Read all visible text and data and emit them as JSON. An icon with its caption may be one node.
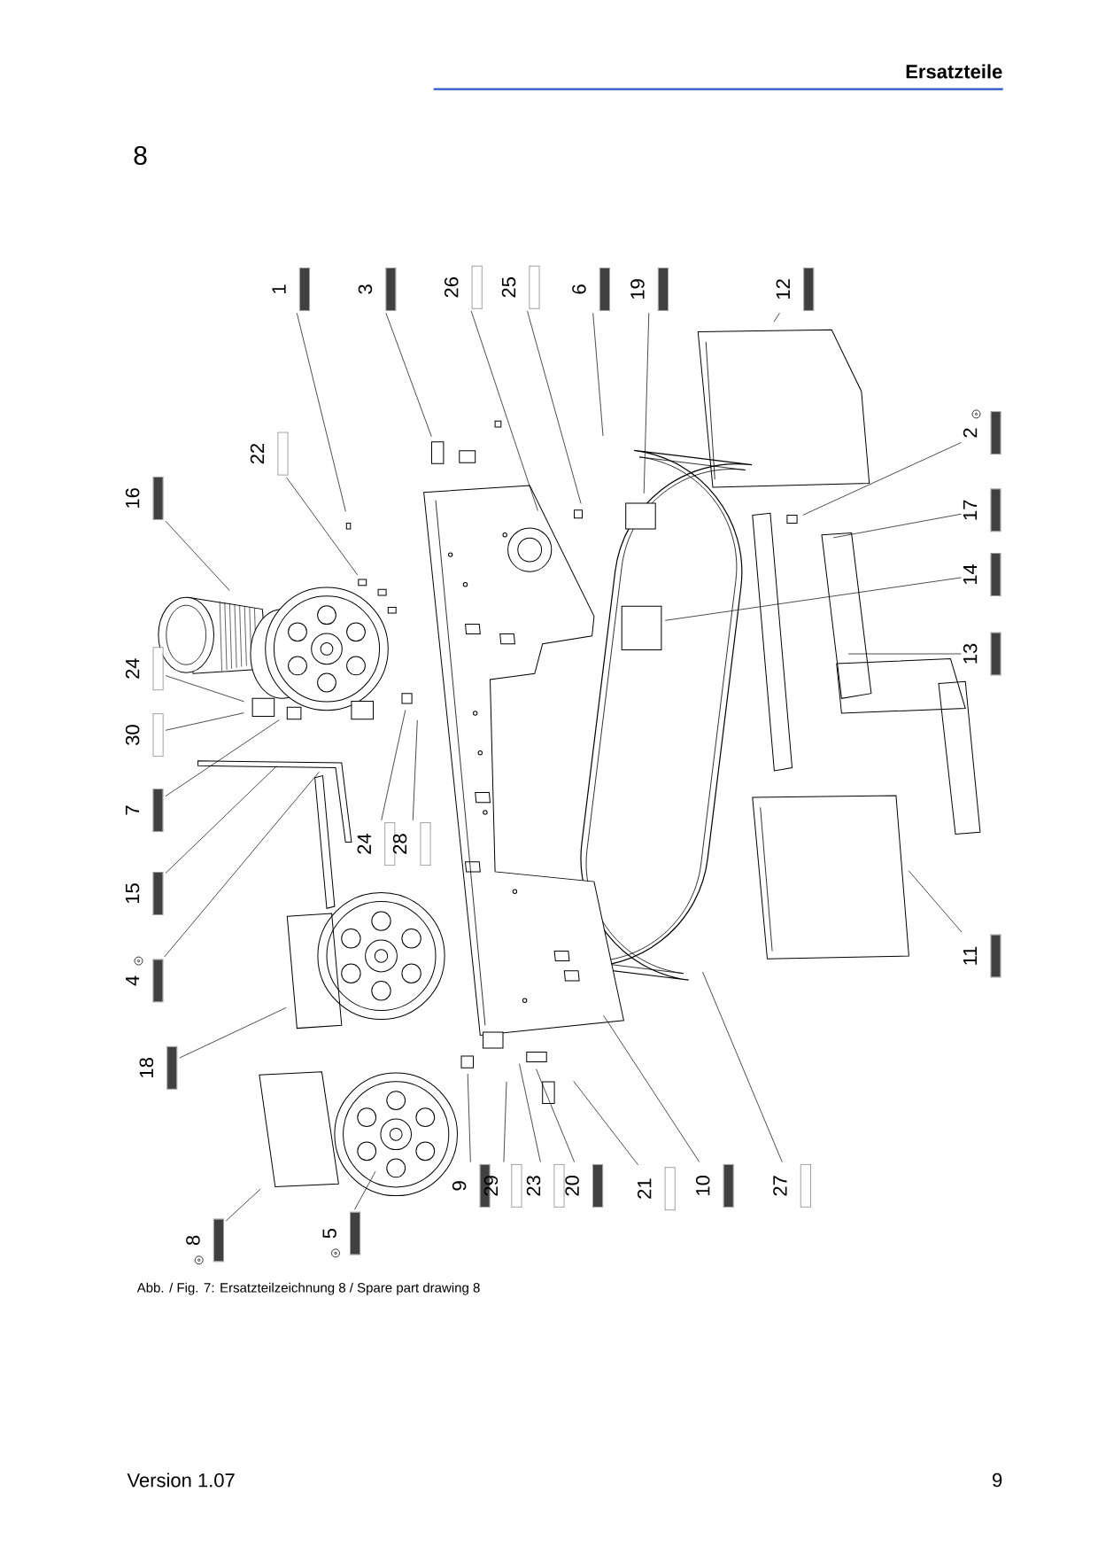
{
  "diagram": {
    "caption": "Abb. / Fig. 7: Ersatzteilzeichnung 8 / Spare part drawing 8",
    "nodes": [
      {
        "text": [
          "1"
        ]
      },
      {
        "text": [
          "3"
        ]
      },
      {
        "text": [
          "26"
        ]
      },
      {
        "text": [
          "25"
        ]
      },
      {
        "text": [
          "6"
        ]
      },
      {
        "text": [
          "19"
        ]
      },
      {
        "text": [
          "12"
        ]
      },
      {
        "text": [
          "2"
        ]
      },
      {
        "text": [
          "17"
        ]
      },
      {
        "text": [
          "14"
        ]
      },
      {
        "text": [
          "13"
        ]
      },
      {
        "text": [
          "11"
        ]
      },
      {
        "text": [
          "16"
        ]
      },
      {
        "text": [
          "22"
        ]
      },
      {
        "text": [
          "24"
        ]
      },
      {
        "text": [
          "30"
        ]
      },
      {
        "text": [
          "7"
        ]
      },
      {
        "text": [
          "15"
        ]
      },
      {
        "text": [
          "4"
        ]
      },
      {
        "text": [
          "18"
        ]
      },
      {
        "text": [
          "8"
        ]
      },
      {
        "text": [
          "5"
        ]
      },
      {
        "text": [
          "24"
        ]
      },
      {
        "text": [
          "28"
        ]
      },
      {
        "text": [
          "9"
        ]
      },
      {
        "text": [
          "29"
        ]
      },
      {
        "text": [
          "23"
        ]
      },
      {
        "text": [
          "20"
        ]
      },
      {
        "text": [
          "21"
        ]
      },
      {
        "text": [
          "10"
        ]
      },
      {
        "text": [
          "27"
        ]
      }
    ],
    "edges": [
      {
        "from": 0,
        "to": null,
        "arrow": "none"
      },
      {
        "from": 1,
        "to": null,
        "arrow": "none"
      },
      {
        "from": 2,
        "to": null,
        "arrow": "none"
      },
      {
        "from": 3,
        "to": null,
        "arrow": "none"
      },
      {
        "from": 4,
        "to": null,
        "arrow": "none"
      },
      {
        "from": 5,
        "to": null,
        "arrow": "none"
      },
      {
        "from": 6,
        "to": null,
        "arrow": "none"
      },
      {
        "from": 7,
        "to": null,
        "arrow": "none"
      },
      {
        "from": 8,
        "to": null,
        "arrow": "none"
      },
      {
        "from": 9,
        "to": null,
        "arrow": "none"
      },
      {
        "from": 10,
        "to": null,
        "arrow": "none"
      },
      {
        "from": 11,
        "to": null,
        "arrow": "none"
      },
      {
        "from": 12,
        "to": null,
        "arrow": "none"
      },
      {
        "from": 13,
        "to": null,
        "arrow": "none"
      },
      {
        "from": 14,
        "to": null,
        "arrow": "none"
      },
      {
        "from": 15,
        "to": null,
        "arrow": "none"
      },
      {
        "from": 16,
        "to": null,
        "arrow": "none"
      },
      {
        "from": 17,
        "to": null,
        "arrow": "none"
      },
      {
        "from": 18,
        "to": null,
        "arrow": "none"
      },
      {
        "from": 19,
        "to": null,
        "arrow": "none"
      },
      {
        "from": 20,
        "to": null,
        "arrow": "none"
      },
      {
        "from": 21,
        "to": null,
        "arrow": "none"
      },
      {
        "from": 22,
        "to": null,
        "arrow": "none"
      },
      {
        "from": 23,
        "to": null,
        "arrow": "none"
      },
      {
        "from": 24,
        "to": null,
        "arrow": "none"
      },
      {
        "from": 25,
        "to": null,
        "arrow": "none"
      },
      {
        "from": 26,
        "to": null,
        "arrow": "none"
      },
      {
        "from": 27,
        "to": null,
        "arrow": "none"
      },
      {
        "from": 28,
        "to": null,
        "arrow": "none"
      },
      {
        "from": 29,
        "to": null,
        "arrow": "none"
      },
      {
        "from": 30,
        "to": null,
        "arrow": "none"
      }
    ],
    "labels": [
      "Ersatzteile",
      "8",
      "Version 1.07",
      "9"
    ]
  }
}
